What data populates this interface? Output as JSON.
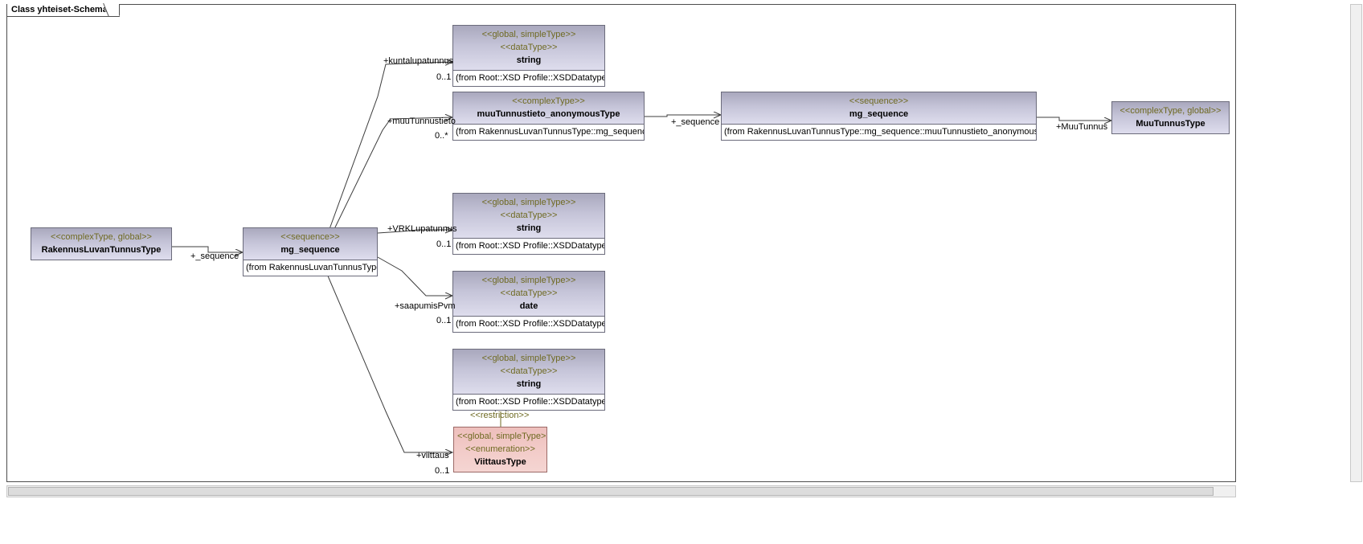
{
  "frame": {
    "tab_label": "Class yhteiset-Schema"
  },
  "nodes": {
    "rakennusluvantunnustype": {
      "stereotype": "<<complexType, global>>",
      "name": "RakennusLuvanTunnusType"
    },
    "mg_sequence_main": {
      "stereotype": "<<sequence>>",
      "name": "mg_sequence",
      "from": "(from RakennusLuvanTunnusType)"
    },
    "string_kuntalupatunnus": {
      "stereotype1": "<<global, simpleType>>",
      "stereotype2": "<<dataType>>",
      "name": "string",
      "from": "(from Root::XSD Profile::XSDDatatypes)"
    },
    "muutunnustieto_anonymoustype": {
      "stereotype": "<<complexType>>",
      "name": "muuTunnustieto_anonymousType",
      "from": "(from RakennusLuvanTunnusType::mg_sequence)"
    },
    "mg_sequence_muu": {
      "stereotype": "<<sequence>>",
      "name": "mg_sequence",
      "from": "(from RakennusLuvanTunnusType::mg_sequence::muuTunnustieto_anonymousType)"
    },
    "muutunnustype": {
      "stereotype": "<<complexType, global>>",
      "name": "MuuTunnusType"
    },
    "string_vrklupatunnus": {
      "stereotype1": "<<global, simpleType>>",
      "stereotype2": "<<dataType>>",
      "name": "string",
      "from": "(from Root::XSD Profile::XSDDatatypes)"
    },
    "date_saapumispvm": {
      "stereotype1": "<<global, simpleType>>",
      "stereotype2": "<<dataType>>",
      "name": "date",
      "from": "(from Root::XSD Profile::XSDDatatypes)"
    },
    "string_viittaus_base": {
      "stereotype1": "<<global, simpleType>>",
      "stereotype2": "<<dataType>>",
      "name": "string",
      "from": "(from Root::XSD Profile::XSDDatatypes)"
    },
    "viittaustype": {
      "stereotype1": "<<global, simpleType>>",
      "stereotype2": "<<enumeration>>",
      "name": "ViittausType"
    }
  },
  "edges": {
    "root_to_mg": {
      "role": "+_sequence"
    },
    "kuntalupatunnus": {
      "role": "+kuntalupatunnus",
      "multiplicity": "0..1"
    },
    "muutunnustieto": {
      "role": "+muuTunnustieto",
      "multiplicity": "0..*"
    },
    "muu_to_mg": {
      "role": "+_sequence"
    },
    "muutunnus": {
      "role": "+MuuTunnus"
    },
    "vrklupatunnus": {
      "role": "+VRKLupatunnus",
      "multiplicity": "0..1"
    },
    "saapumispvm": {
      "role": "+saapumisPvm",
      "multiplicity": "0..1"
    },
    "viittaus": {
      "role": "+viittaus",
      "multiplicity": "0..1"
    },
    "restriction": {
      "label": "<<restriction>>"
    }
  }
}
